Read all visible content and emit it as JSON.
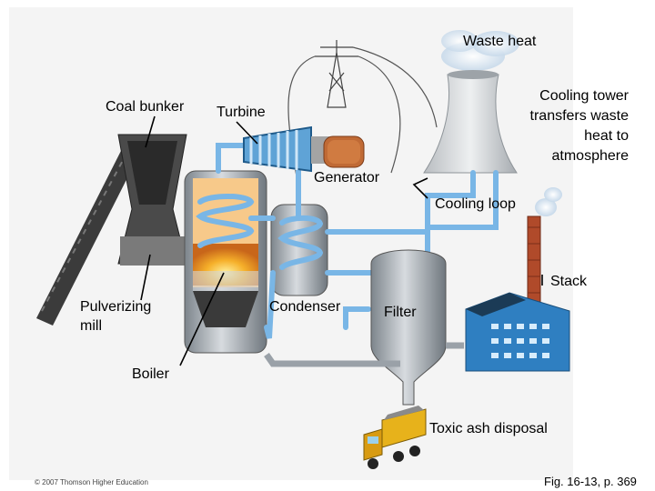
{
  "labels": {
    "waste_heat": "Waste heat",
    "coal_bunker": "Coal bunker",
    "turbine": "Turbine",
    "cooling_tower_l1": "Cooling tower",
    "cooling_tower_l2": "transfers waste",
    "cooling_tower_l3": "heat to",
    "cooling_tower_l4": "atmosphere",
    "generator": "Generator",
    "cooling_loop": "Cooling loop",
    "stack": "Stack",
    "pulverizing_l1": "Pulverizing",
    "pulverizing_l2": "mill",
    "condenser": "Condenser",
    "filter": "Filter",
    "boiler": "Boiler",
    "toxic_ash": "Toxic ash disposal"
  },
  "footer": {
    "copyright": "© 2007 Thomson Higher Education",
    "figure_ref": "Fig. 16-13, p. 369"
  },
  "colors": {
    "pipe": "#79b6e6",
    "steel": "#9aa1a8",
    "flame": "#f0a020",
    "coal": "#333333",
    "brick": "#b04a2a",
    "building": "#3d8fd0",
    "truck": "#e7b21b"
  }
}
